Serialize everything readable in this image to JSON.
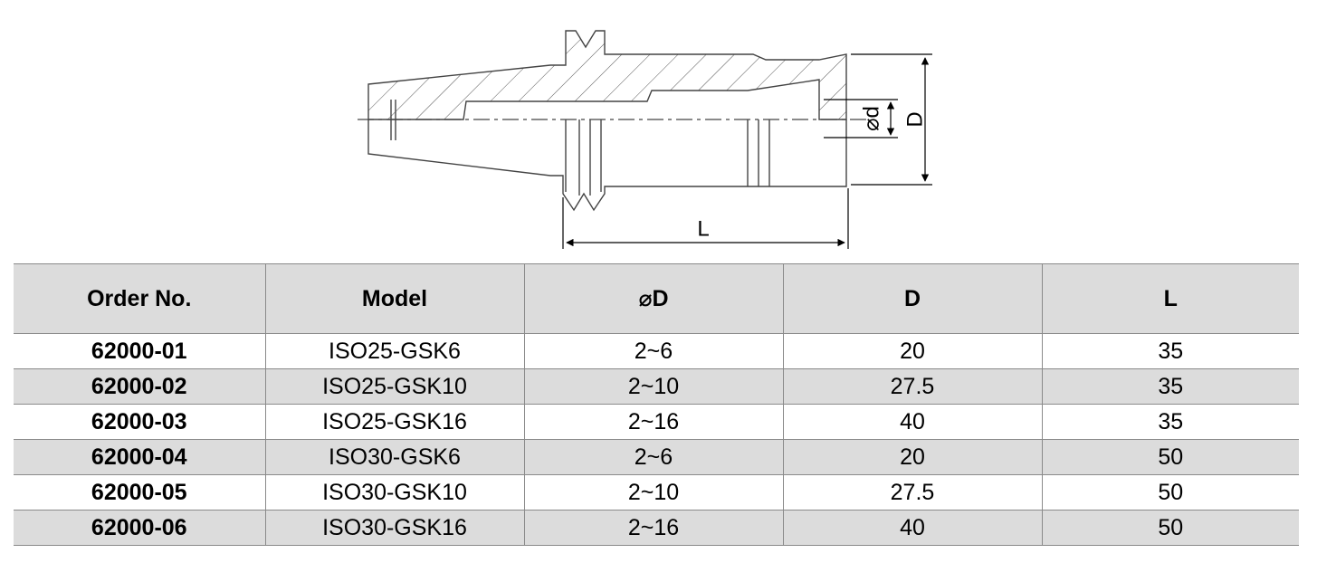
{
  "drawing": {
    "label_d_small": "⌀d",
    "label_D": "D",
    "label_L": "L"
  },
  "table": {
    "headers": [
      "Order No.",
      "Model",
      "⌀D",
      "D",
      "L"
    ],
    "rows": [
      [
        "62000-01",
        "ISO25-GSK6",
        "2~6",
        "20",
        "35"
      ],
      [
        "62000-02",
        "ISO25-GSK10",
        "2~10",
        "27.5",
        "35"
      ],
      [
        "62000-03",
        "ISO25-GSK16",
        "2~16",
        "40",
        "35"
      ],
      [
        "62000-04",
        "ISO30-GSK6",
        "2~6",
        "20",
        "50"
      ],
      [
        "62000-05",
        "ISO30-GSK10",
        "2~10",
        "27.5",
        "50"
      ],
      [
        "62000-06",
        "ISO30-GSK16",
        "2~16",
        "40",
        "50"
      ]
    ]
  }
}
